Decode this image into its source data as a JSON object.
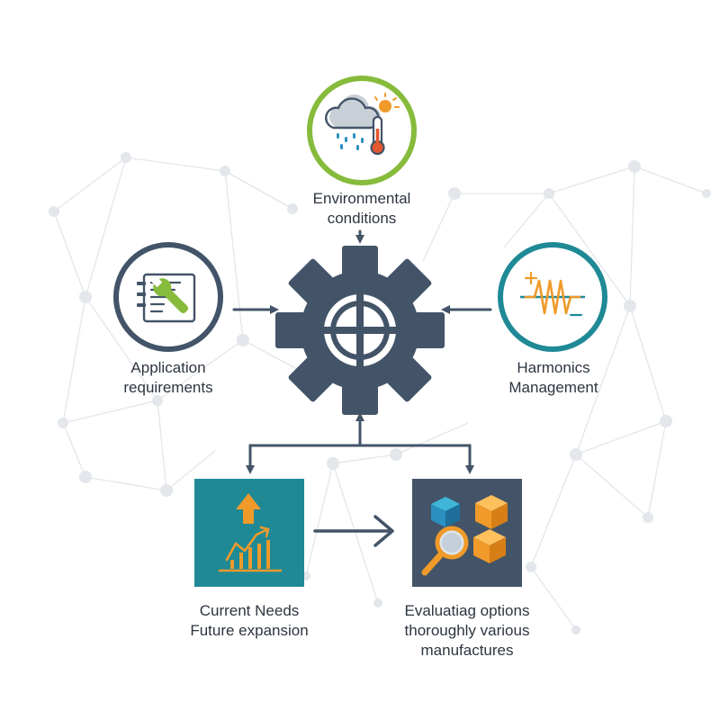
{
  "colors": {
    "navy": "#435468",
    "green": "#86bb3c",
    "teal": "#1f8a96",
    "orange": "#f09a2a",
    "skyblue": "#2a8fc1",
    "network": "#e3e6ea",
    "text": "#2d3540"
  },
  "nodes": {
    "environmental": {
      "icon": "weather-thermometer-icon",
      "label_lines": [
        "Environmental",
        "conditions"
      ]
    },
    "application": {
      "icon": "document-wrench-icon",
      "label_lines": [
        "Application",
        "requirements"
      ]
    },
    "harmonics": {
      "icon": "waveform-icon",
      "label_lines": [
        "Harmonics",
        "Management"
      ]
    },
    "center": {
      "icon": "gear-icon"
    },
    "current_needs": {
      "icon": "growth-chart-icon",
      "label_lines": [
        "Current Needs",
        "Future expansion"
      ]
    },
    "evaluating": {
      "icon": "cubes-magnifier-icon",
      "label_lines": [
        "Evaluatiag options",
        "thoroughly various",
        "manufactures"
      ]
    }
  }
}
